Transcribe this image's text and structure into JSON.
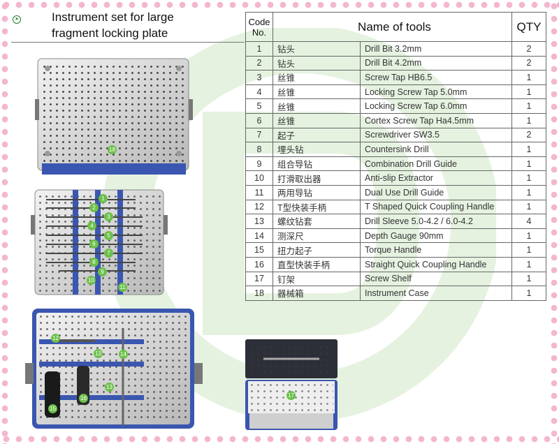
{
  "title": {
    "line1": "Instrument set for large",
    "line2": "fragment locking plate"
  },
  "table": {
    "headers": {
      "code_line1": "Code",
      "code_line2": "No.",
      "name": "Name of tools",
      "qty": "QTY"
    },
    "rows": [
      {
        "no": "1",
        "cn": "钻头",
        "en": "Drill Bit 3.2mm",
        "qty": "2"
      },
      {
        "no": "2",
        "cn": "钻头",
        "en": "Drill Bit 4.2mm",
        "qty": "2"
      },
      {
        "no": "3",
        "cn": "丝锥",
        "en": "Screw Tap HB6.5",
        "qty": "1"
      },
      {
        "no": "4",
        "cn": "丝锥",
        "en": "Locking Screw Tap 5.0mm",
        "qty": "1"
      },
      {
        "no": "5",
        "cn": "丝锥",
        "en": "Locking Screw Tap 6.0mm",
        "qty": "1"
      },
      {
        "no": "6",
        "cn": "丝锥",
        "en": "Cortex Screw Tap Ha4.5mm",
        "qty": "1"
      },
      {
        "no": "7",
        "cn": "起子",
        "en": "Screwdriver SW3.5",
        "qty": "2"
      },
      {
        "no": "8",
        "cn": "埋头钻",
        "en": "Countersink Drill",
        "qty": "1"
      },
      {
        "no": "9",
        "cn": "组合导钻",
        "en": "Combination Drill Guide",
        "qty": "1"
      },
      {
        "no": "10",
        "cn": "打滑取出器",
        "en": "Anti-slip Extractor",
        "qty": "1"
      },
      {
        "no": "11",
        "cn": "两用导钻",
        "en": "Dual Use Drill Guide",
        "qty": "1"
      },
      {
        "no": "12",
        "cn": "T型快装手柄",
        "en": "T Shaped Quick Coupling Handle",
        "qty": "1"
      },
      {
        "no": "13",
        "cn": "螺纹钻套",
        "en": "Drill Sleeve 5.0-4.2 / 6.0-4.2",
        "qty": "4"
      },
      {
        "no": "14",
        "cn": "测深尺",
        "en": "Depth Gauge 90mm",
        "qty": "1"
      },
      {
        "no": "15",
        "cn": "扭力起子",
        "en": "Torque Handle",
        "qty": "1"
      },
      {
        "no": "16",
        "cn": "直型快装手柄",
        "en": "Straight Quick Coupling Handle",
        "qty": "1"
      },
      {
        "no": "17",
        "cn": "钉架",
        "en": "Screw Shelf",
        "qty": "1"
      },
      {
        "no": "18",
        "cn": "器械箱",
        "en": "Instrument Case",
        "qty": "1"
      }
    ]
  },
  "photo_labels": {
    "case_lid": [
      "18"
    ],
    "tray_top": [
      "1",
      "2",
      "3",
      "4",
      "5",
      "6",
      "7",
      "8",
      "9",
      "10",
      "11"
    ],
    "tray_bottom": [
      "12",
      "13",
      "14",
      "16",
      "13",
      "15"
    ],
    "screw_shelf": [
      "17"
    ]
  },
  "colors": {
    "accent_green": "#6cc04a",
    "tray_blue": "#3a56b0",
    "border_pink": "#f4b6cf"
  }
}
